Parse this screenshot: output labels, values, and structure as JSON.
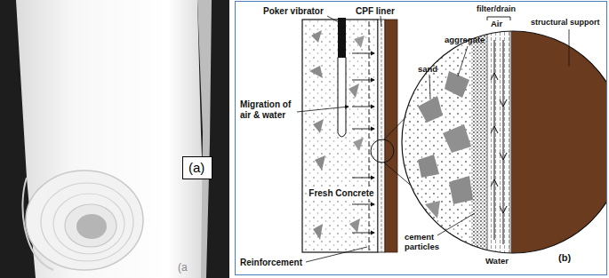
{
  "diagram": {
    "nodes": [
      {
        "text": [
          "(a)"
        ]
      }
    ],
    "labels": [
      "(a",
      "Poker vibrator",
      "CPF liner",
      "Migration of air & water",
      "Fresh Concrete",
      "Reinforcement",
      "filter/drain",
      "aggregate",
      "sand",
      "Air",
      "structural support",
      "cement particles",
      "Water",
      "(b)"
    ]
  }
}
